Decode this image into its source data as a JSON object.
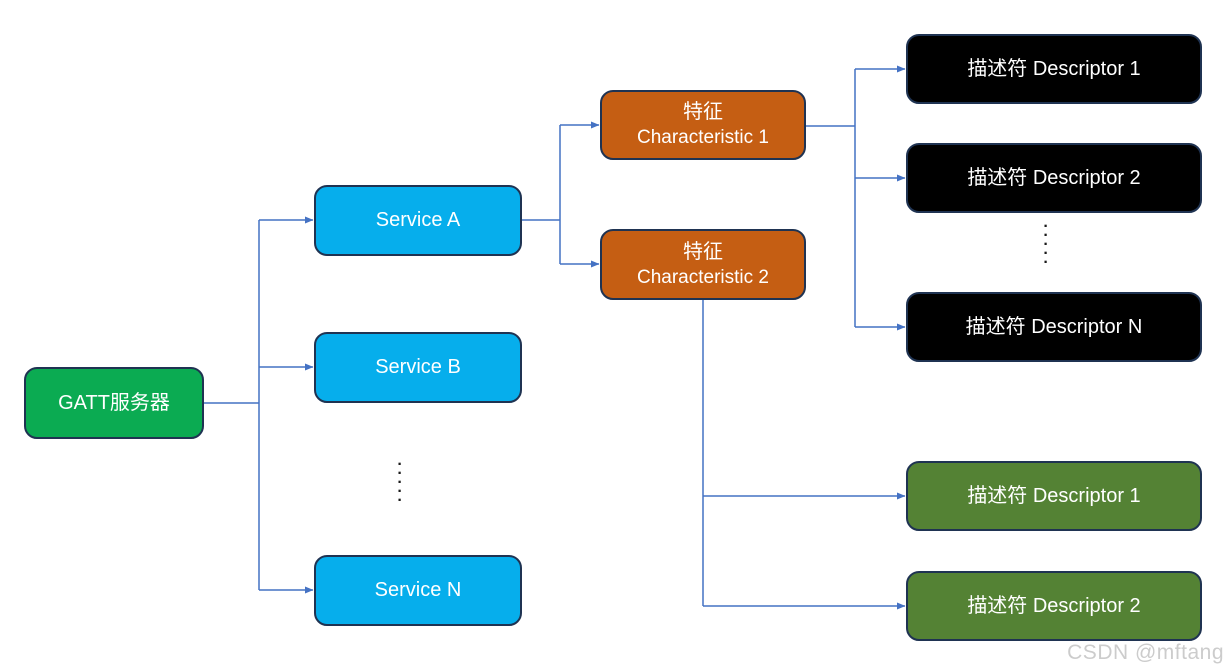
{
  "colors": {
    "gatt_server": "#0BAB52",
    "service": "#06AEEC",
    "characteristic": "#C55E13",
    "descriptor_dark": "#000000",
    "descriptor_green": "#548234",
    "connector": "#4472C4",
    "node_border": "#1F3352",
    "node_text": "#FFFFFF",
    "watermark_text": "#CCCCCC"
  },
  "nodes": {
    "gatt_server": {
      "label": "GATT服务器"
    },
    "service_a": {
      "label": "Service A"
    },
    "service_b": {
      "label": "Service B"
    },
    "service_n": {
      "label": "Service N"
    },
    "characteristic_1": {
      "line1": "特征",
      "line2": "Characteristic 1"
    },
    "characteristic_2": {
      "line1": "特征",
      "line2": "Characteristic 2"
    },
    "char1_descriptor_1": {
      "label": "描述符 Descriptor 1"
    },
    "char1_descriptor_2": {
      "label": "描述符 Descriptor 2"
    },
    "char1_descriptor_n": {
      "label": "描述符 Descriptor N"
    },
    "char2_descriptor_1": {
      "label": "描述符 Descriptor 1"
    },
    "char2_descriptor_2": {
      "label": "描述符 Descriptor 2"
    }
  },
  "ellipsis": {
    "services": "·\n·\n·\n·\n·",
    "descriptors": "·\n·\n·\n·\n·"
  },
  "watermark": {
    "label": "CSDN @mftang"
  }
}
